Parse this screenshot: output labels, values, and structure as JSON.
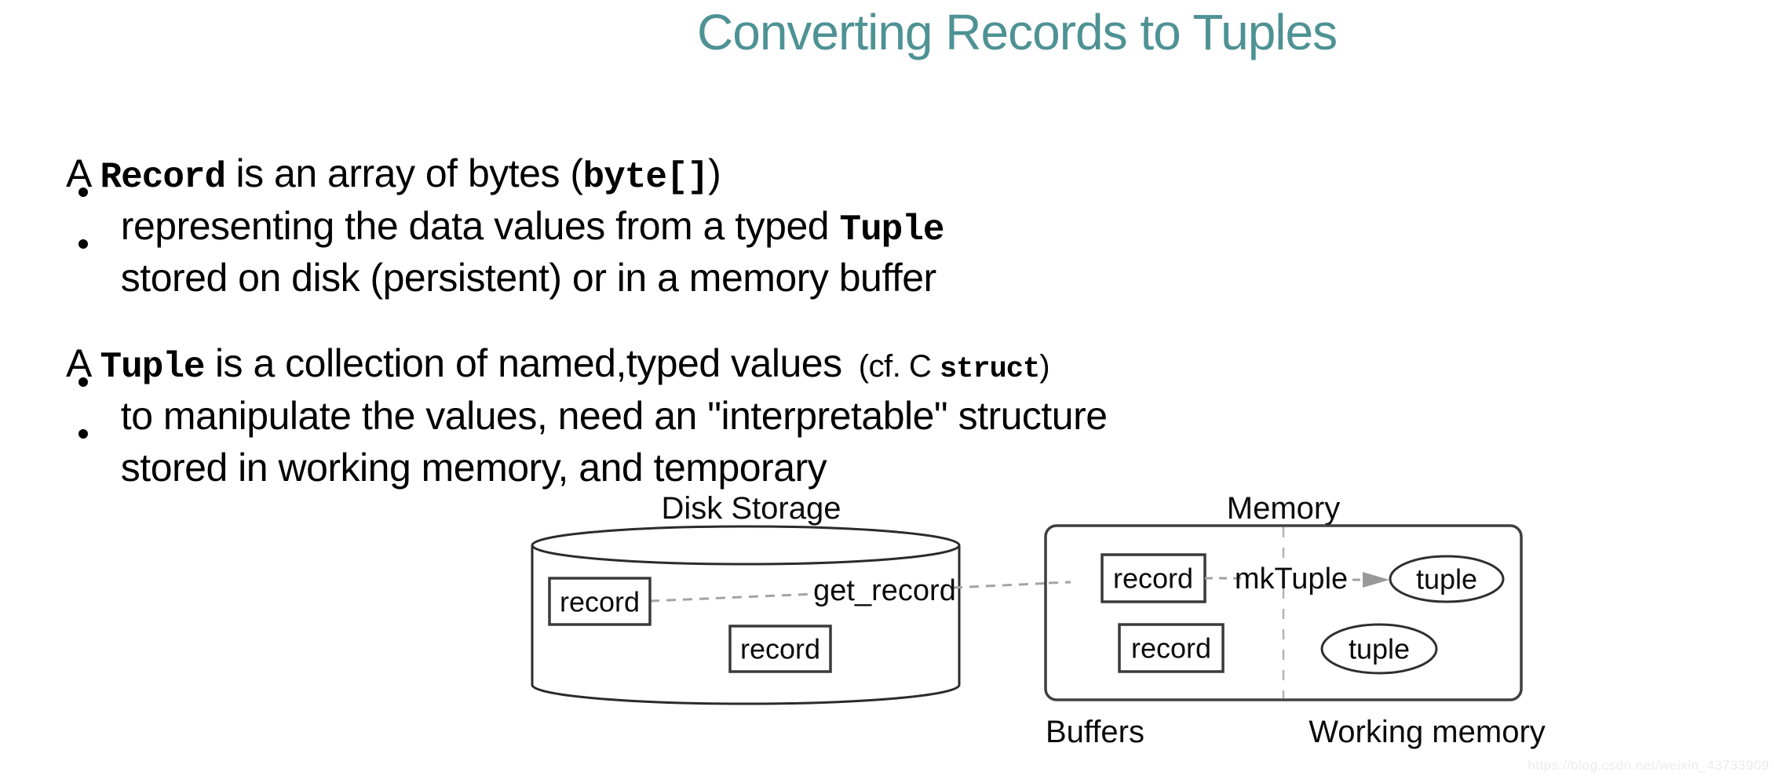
{
  "title": "Converting Records to Tuples",
  "content": {
    "record_heading": {
      "segments": [
        {
          "t": "A "
        },
        {
          "t": "Record",
          "code": true
        },
        {
          "t": " is an array of bytes ("
        },
        {
          "t": "byte[]",
          "code": true
        },
        {
          "t": ")"
        }
      ]
    },
    "record_bullets": [
      {
        "segments": [
          {
            "t": "representing the data values from a typed "
          },
          {
            "t": "Tuple",
            "code": true
          }
        ]
      },
      {
        "segments": [
          {
            "t": "stored on disk (persistent) or in a memory buffer"
          }
        ]
      }
    ],
    "tuple_heading": {
      "segments": [
        {
          "t": "A "
        },
        {
          "t": "Tuple",
          "code": true
        },
        {
          "t": " is a collection of named,typed values"
        },
        {
          "t": "  (cf. C ",
          "small": true
        },
        {
          "t": "struct",
          "smallcode": true
        },
        {
          "t": ")",
          "small": true
        }
      ]
    },
    "tuple_bullets": [
      {
        "segments": [
          {
            "t": "to manipulate the values, need an \"interpretable\" structure"
          }
        ]
      },
      {
        "segments": [
          {
            "t": "stored in working memory, and temporary"
          }
        ]
      }
    ]
  },
  "diagram": {
    "disk_storage_label": "Disk Storage",
    "memory_label": "Memory",
    "buffers_label": "Buffers",
    "working_memory_label": "Working memory",
    "get_record_label": "get_record",
    "mktuple_label": "mkTuple",
    "disk_records": [
      "record",
      "record"
    ],
    "memory_records": [
      "record",
      "record"
    ],
    "tuples": [
      "tuple",
      "tuple"
    ]
  },
  "watermark": "https://blog.csdn.net/weixin_43733909",
  "colors": {
    "title_teal": "#4e9294",
    "function_green": "#477c2e",
    "dash_gray": "#a3a3a3",
    "arrow_gray": "#999999",
    "stroke_dark": "#333333",
    "watermark_gray": "#ececec"
  }
}
